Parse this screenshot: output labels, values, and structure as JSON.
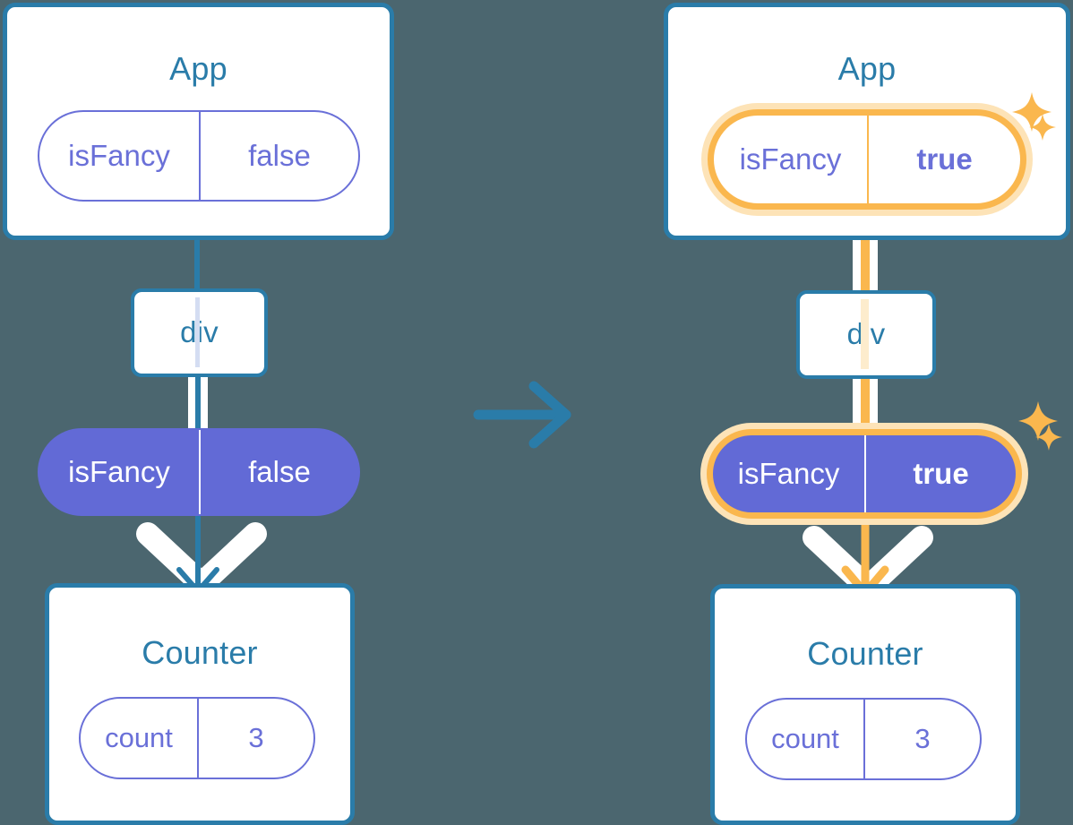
{
  "background_color": "#4b666f",
  "palette": {
    "card_border": "#2a7ca9",
    "title_text": "#2a7ca9",
    "pill_purple": "#626ad6",
    "pill_outline_text": "#6a70d8",
    "highlight_orange": "#fab74e",
    "highlight_glow": "#fde3b7",
    "white": "#ffffff"
  },
  "transition": {
    "icon": "arrow-right-icon",
    "direction": "left-to-right"
  },
  "panels": [
    {
      "id": "before",
      "app_card": {
        "title": "App",
        "state_pill": {
          "key": "isFancy",
          "value": "false",
          "style": "outline",
          "highlighted": false,
          "value_bold": false
        }
      },
      "div_node": {
        "label": "div"
      },
      "props_pill": {
        "key": "isFancy",
        "value": "false",
        "style": "filled",
        "highlighted": false,
        "value_bold": false
      },
      "counter_card": {
        "title": "Counter",
        "state_pill": {
          "key": "count",
          "value": "3",
          "style": "outline",
          "highlighted": false,
          "value_bold": false
        }
      },
      "connector_color": "#2a7ca9",
      "sparkles": 0
    },
    {
      "id": "after",
      "app_card": {
        "title": "App",
        "state_pill": {
          "key": "isFancy",
          "value": "true",
          "style": "outline",
          "highlighted": true,
          "value_bold": true
        }
      },
      "div_node": {
        "label": "div"
      },
      "props_pill": {
        "key": "isFancy",
        "value": "true",
        "style": "filled",
        "highlighted": true,
        "value_bold": true
      },
      "counter_card": {
        "title": "Counter",
        "state_pill": {
          "key": "count",
          "value": "3",
          "style": "outline",
          "highlighted": false,
          "value_bold": false
        }
      },
      "connector_color": "#fab74e",
      "sparkles": 2
    }
  ]
}
